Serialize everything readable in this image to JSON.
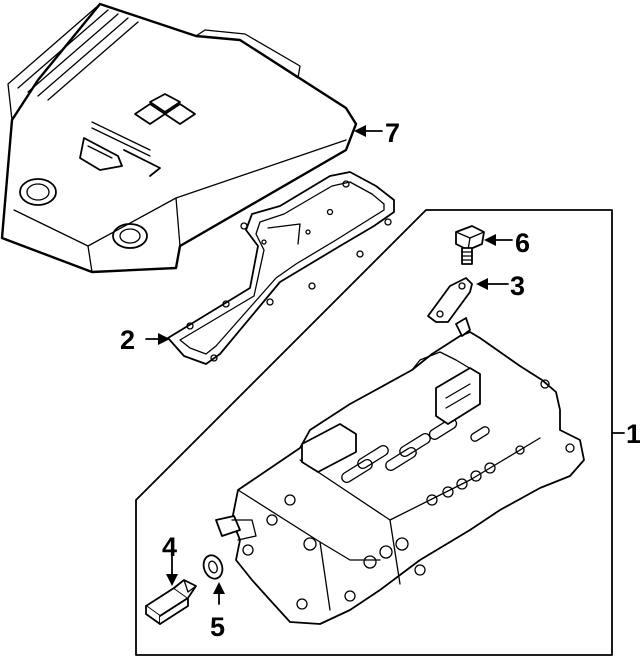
{
  "callouts": {
    "c1": "1",
    "c2": "2",
    "c3": "3",
    "c4": "4",
    "c5": "5",
    "c6": "6",
    "c7": "7"
  },
  "colors": {
    "ink": "#000000",
    "paper": "#ffffff"
  },
  "icons": {
    "logo": "three-diamond-logo-icon",
    "emblem": "ev-emblem-icon"
  }
}
